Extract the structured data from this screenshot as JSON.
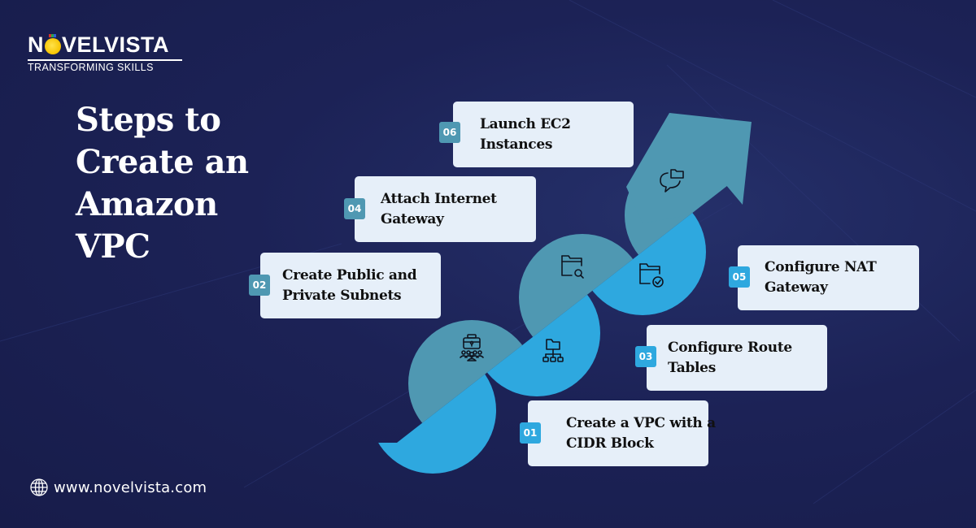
{
  "brand": {
    "name": "NOVELVISTA",
    "name_prefix": "N",
    "name_suffix": "VELVISTA",
    "tagline": "TRANSFORMING SKILLS",
    "website": "www.novelvista.com"
  },
  "title": "Steps to\nCreate an\nAmazon\nVPC",
  "colors": {
    "background": "#1c2256",
    "teal": "#4f98b2",
    "blue": "#2ea8df",
    "card": "#e6eff9",
    "text_dark": "#111111"
  },
  "steps": [
    {
      "number": "01",
      "label": "Create a VPC with a\nCIDR Block",
      "color": "blue"
    },
    {
      "number": "02",
      "label": "Create Public and\nPrivate Subnets",
      "color": "teal"
    },
    {
      "number": "03",
      "label": "Configure Route\nTables",
      "color": "blue"
    },
    {
      "number": "04",
      "label": "Attach Internet\nGateway",
      "color": "teal"
    },
    {
      "number": "05",
      "label": "Configure NAT\nGateway",
      "color": "blue"
    },
    {
      "number": "06",
      "label": "Launch EC2\nInstances",
      "color": "teal"
    }
  ],
  "icons": [
    {
      "name": "team-briefcase-icon",
      "segment": "teal"
    },
    {
      "name": "folder-network-icon",
      "segment": "blue"
    },
    {
      "name": "folder-search-icon",
      "segment": "teal"
    },
    {
      "name": "folder-check-icon",
      "segment": "blue"
    },
    {
      "name": "chat-folder-icon",
      "segment": "teal"
    }
  ]
}
